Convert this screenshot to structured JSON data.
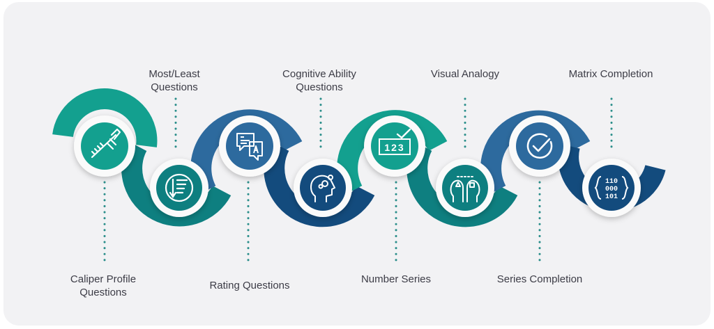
{
  "steps": [
    {
      "label": "Caliper Profile\nQuestions",
      "icon": "caliper-icon",
      "position": "bottom"
    },
    {
      "label": "Most/Least\nQuestions",
      "icon": "most-least-list-icon",
      "position": "top"
    },
    {
      "label": "Rating Questions",
      "icon": "rating-chat-icon",
      "position": "bottom"
    },
    {
      "label": "Cognitive Ability\nQuestions",
      "icon": "head-gears-icon",
      "position": "top"
    },
    {
      "label": "Number Series",
      "icon": "number-series-icon",
      "position": "bottom"
    },
    {
      "label": "Visual Analogy",
      "icon": "two-heads-icon",
      "position": "top"
    },
    {
      "label": "Series Completion",
      "icon": "check-circle-icon",
      "position": "bottom"
    },
    {
      "label": "Matrix Completion",
      "icon": "binary-matrix-icon",
      "position": "top"
    }
  ],
  "icon_texts": {
    "number_series": "123",
    "binary_rows": [
      "110",
      "000",
      "101"
    ]
  },
  "colors": {
    "teal": "#13a08f",
    "teal_dark": "#0e7f80",
    "blue": "#2d6a9e",
    "navy": "#134b7d",
    "dots": "#2a8e8a",
    "text": "#3c3c46"
  }
}
